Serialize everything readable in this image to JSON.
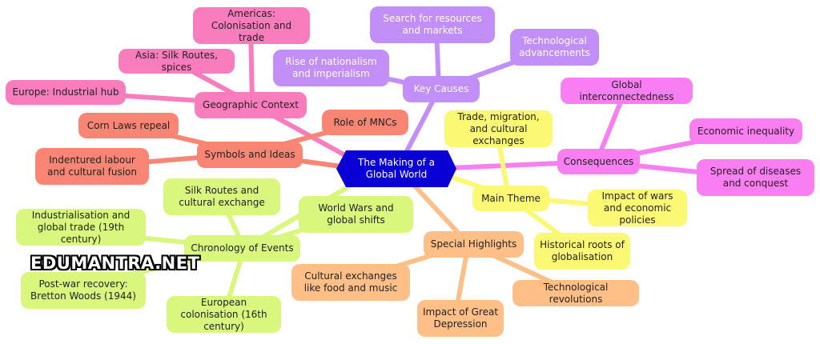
{
  "colors": {
    "center": "#0a00d6",
    "key_causes": "#c28ef7",
    "geographic": "#f97cbd",
    "symbols": "#f98674",
    "chronology": "#d8f77c",
    "special": "#ffbf86",
    "main_theme": "#fbf873",
    "consequences": "#f87ef1"
  },
  "center": {
    "label": "The Making of a Global World"
  },
  "key_causes": {
    "label": "Key Causes",
    "search": "Search for resources and markets",
    "tech": "Technological advancements",
    "nationalism": "Rise of nationalism and imperialism"
  },
  "geographic": {
    "label": "Geographic Context",
    "americas": "Americas: Colonisation and trade",
    "asia": "Asia: Silk Routes, spices",
    "europe": "Europe: Industrial hub"
  },
  "symbols": {
    "label": "Symbols and Ideas",
    "mncs": "Role of MNCs",
    "corn": "Corn Laws repeal",
    "indentured": "Indentured labour and cultural fusion"
  },
  "chronology": {
    "label": "Chronology of Events",
    "silk": "Silk Routes and cultural exchange",
    "industrialisation": "Industrialisation and global trade (19th century)",
    "wars": "World Wars and global shifts",
    "postwar": "Post-war recovery: Bretton Woods (1944)",
    "colonisation": "European colonisation (16th century)"
  },
  "special": {
    "label": "Special Highlights",
    "cultural": "Cultural exchanges like food and music",
    "depression": "Impact of Great Depression",
    "tech_rev": "Technological revolutions"
  },
  "main_theme": {
    "label": "Main Theme",
    "trade": "Trade, migration, and cultural exchanges",
    "wars_policies": "Impact of wars and economic policies",
    "roots": "Historical roots of globalisation"
  },
  "consequences": {
    "label": "Consequences",
    "interconnect": "Global interconnectedness",
    "inequality": "Economic inequality",
    "diseases": "Spread of diseases and conquest"
  },
  "watermark": "EDUMANTRA.NET"
}
